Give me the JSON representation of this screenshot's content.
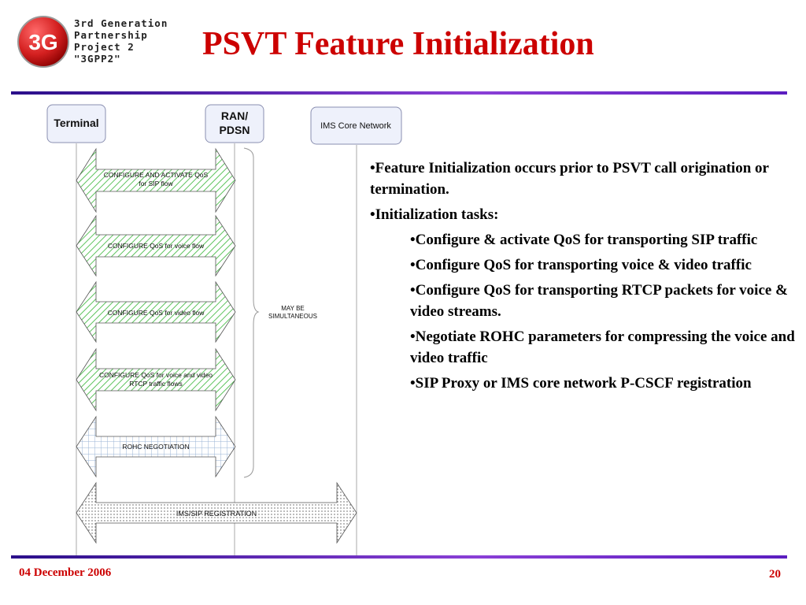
{
  "logo": {
    "badge": "3G",
    "lines": [
      "3rd Generation",
      "Partnership",
      "Project 2",
      "\"3GPP2\""
    ],
    "colors": {
      "badge": "#d42020",
      "text": "#ffffff"
    }
  },
  "title": "PSVT Feature Initialization",
  "colors": {
    "title": "#cc0000",
    "rule": "#6a2ccc"
  },
  "diagram": {
    "entities": {
      "terminal": "Terminal",
      "ran": [
        "RAN/",
        "PDSN"
      ],
      "ims": "IMS Core Network"
    },
    "messages": [
      {
        "lines": [
          "CONFIGURE AND ACTIVATE QoS",
          "for SIP flow"
        ],
        "pattern": "green-hatch"
      },
      {
        "lines": [
          "CONFIGURE QoS for voice flow"
        ],
        "pattern": "green-hatch"
      },
      {
        "lines": [
          "CONFIGURE QoS for video flow"
        ],
        "pattern": "green-hatch"
      },
      {
        "lines": [
          "CONFIGURE QoS for voice and video",
          "RTCP traffic flows"
        ],
        "pattern": "green-hatch"
      },
      {
        "lines": [
          "ROHC NEGOTIATION"
        ],
        "pattern": "blue-grid"
      },
      {
        "lines": [
          "IMS/SIP REGISTRATION"
        ],
        "pattern": "dots"
      }
    ],
    "brace_note": [
      "MAY BE",
      "SIMULTANEOUS"
    ]
  },
  "bullets": [
    {
      "text": "•Feature Initialization occurs prior to PSVT call origination or termination.",
      "level": 0
    },
    {
      "text": "•Initialization tasks:",
      "level": 0
    },
    {
      "text": "•Configure & activate QoS for transporting SIP traffic",
      "level": 1
    },
    {
      "text": "•Configure QoS for transporting voice & video traffic",
      "level": 1
    },
    {
      "text": "•Configure QoS for transporting RTCP packets for voice & video streams.",
      "level": 1
    },
    {
      "text": "•Negotiate ROHC parameters for compressing the voice and video traffic",
      "level": 1
    },
    {
      "text": "•SIP Proxy or IMS core network P-CSCF registration",
      "level": 1
    }
  ],
  "footer": {
    "date": "04 December 2006",
    "page": "20"
  }
}
